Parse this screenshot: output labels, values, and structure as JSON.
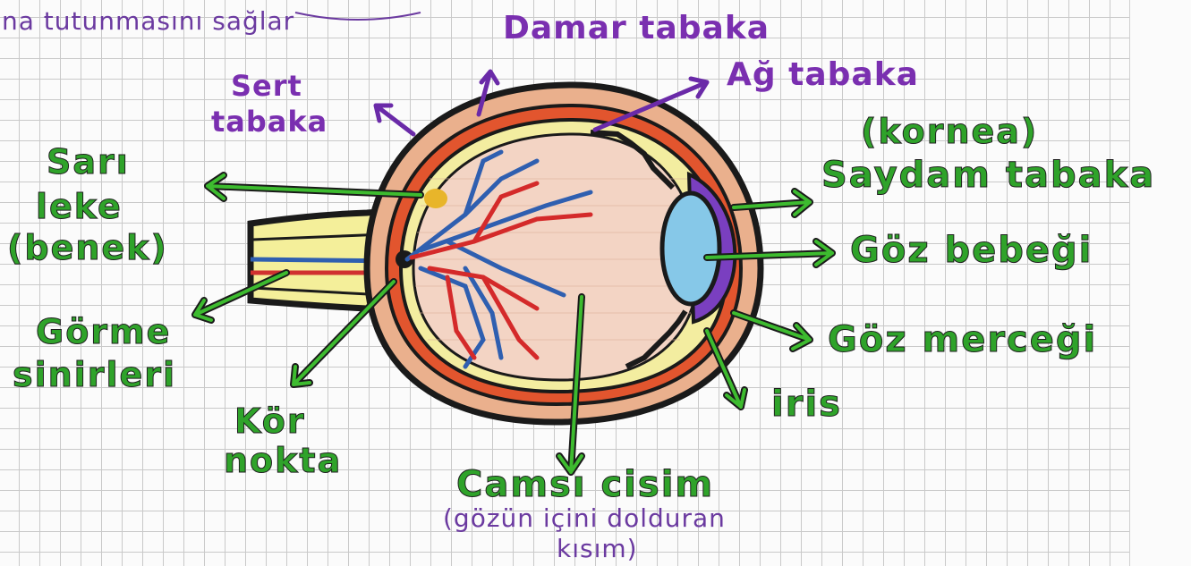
{
  "top_note": "na tutunmasını sağlar",
  "labels": {
    "damar": "Damar tabaka",
    "ag": "Ağ tabaka",
    "sert_1": "Sert",
    "sert_2": "tabaka",
    "kornea": "(kornea)",
    "saydam": "Saydam tabaka",
    "goz_bebegi": "Göz bebeği",
    "goz_mercegi": "Göz merceği",
    "iris": "iris",
    "camsi": "Camsı cisim",
    "camsi_note_1": "(gözün içini dolduran",
    "camsi_note_2": "kısım)",
    "kor_1": "Kör",
    "kor_2": "nokta",
    "gorme_1": "Görme",
    "gorme_2": "sinirleri",
    "sari_1": "Sarı",
    "sari_2": "leke",
    "sari_3": "(benek)"
  },
  "colors": {
    "label_green": "#2fa32a",
    "label_purple": "#7a2fb0",
    "grid": "#c9c9c9"
  }
}
